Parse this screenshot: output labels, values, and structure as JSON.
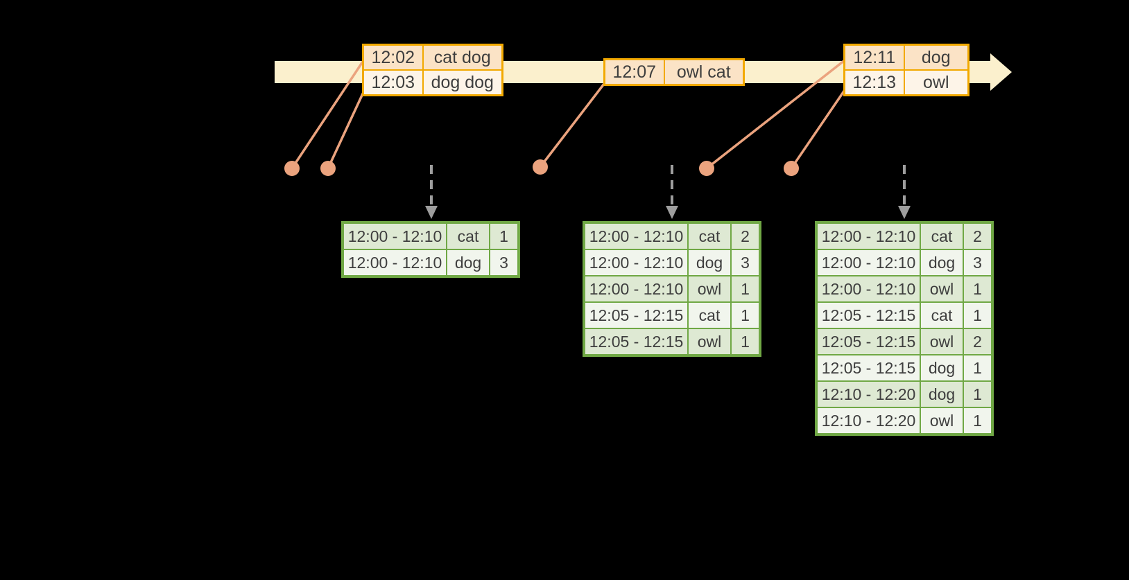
{
  "colors": {
    "background": "#000000",
    "timeline_fill": "#FBF0CD",
    "event_table_border": "#F2A900",
    "event_row_dark": "#FBE3C6",
    "event_row_light": "#FDF4E8",
    "connector": "#EBA37E",
    "trigger_arrow": "#9E9E9E",
    "result_table_border": "#70A845",
    "result_row_dark": "#DEE9D3",
    "result_row_light": "#F1F5ED",
    "table_text": "#3E3E3E"
  },
  "event_tables": [
    {
      "rows": [
        [
          "12:02",
          "cat dog"
        ],
        [
          "12:03",
          "dog dog"
        ]
      ]
    },
    {
      "rows": [
        [
          "12:07",
          "owl cat"
        ]
      ]
    },
    {
      "rows": [
        [
          "12:11",
          "dog"
        ],
        [
          "12:13",
          "owl"
        ]
      ]
    }
  ],
  "result_tables": [
    {
      "rows": [
        [
          "12:00 - 12:10",
          "cat",
          "1"
        ],
        [
          "12:00 - 12:10",
          "dog",
          "3"
        ]
      ]
    },
    {
      "rows": [
        [
          "12:00 - 12:10",
          "cat",
          "2"
        ],
        [
          "12:00 - 12:10",
          "dog",
          "3"
        ],
        [
          "12:00 - 12:10",
          "owl",
          "1"
        ],
        [
          "12:05 - 12:15",
          "cat",
          "1"
        ],
        [
          "12:05 - 12:15",
          "owl",
          "1"
        ]
      ]
    },
    {
      "rows": [
        [
          "12:00 - 12:10",
          "cat",
          "2"
        ],
        [
          "12:00 - 12:10",
          "dog",
          "3"
        ],
        [
          "12:00 - 12:10",
          "owl",
          "1"
        ],
        [
          "12:05 - 12:15",
          "cat",
          "1"
        ],
        [
          "12:05 - 12:15",
          "owl",
          "2"
        ],
        [
          "12:05 - 12:15",
          "dog",
          "1"
        ],
        [
          "12:10 - 12:20",
          "dog",
          "1"
        ],
        [
          "12:10 - 12:20",
          "owl",
          "1"
        ]
      ]
    }
  ]
}
